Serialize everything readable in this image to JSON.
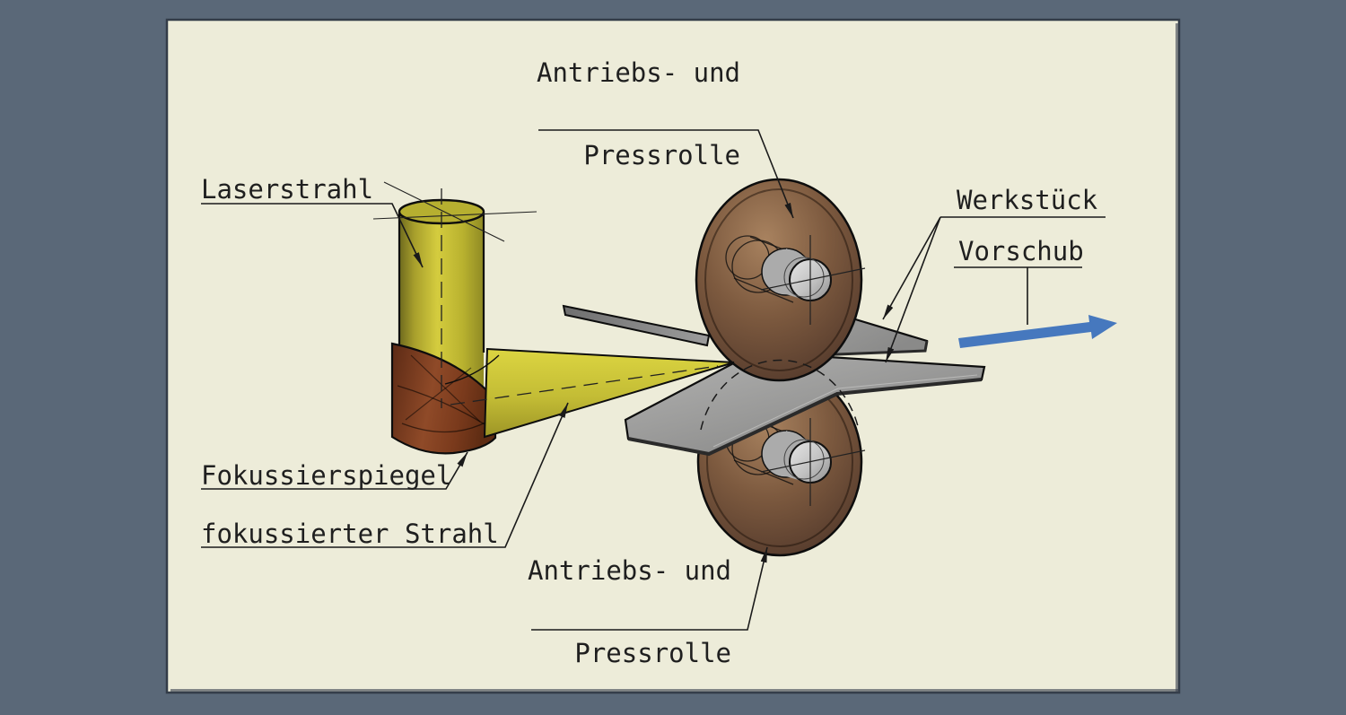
{
  "colors": {
    "page-bg": "#5a6878",
    "canvas-bg": "#edecd9",
    "line": "#1a1a1a",
    "beam-yellow": "#c9c236",
    "mirror-copper": "#8a4526",
    "roller-brown": "#7a5a42",
    "sheet-gray": "#9a9a9a",
    "arrow-blue": "#4678be"
  },
  "labels": {
    "top_roller": {
      "line1": "Antriebs- und",
      "line2": "Pressrolle"
    },
    "laser_beam": "Laserstrahl",
    "workpiece": "Werkstück",
    "feed": "Vorschub",
    "focusing_mirror": "Fokussierspiegel",
    "focused_beam": "fokussierter Strahl",
    "bottom_roller": {
      "line1": "Antriebs- und",
      "line2": "Pressrolle"
    }
  }
}
